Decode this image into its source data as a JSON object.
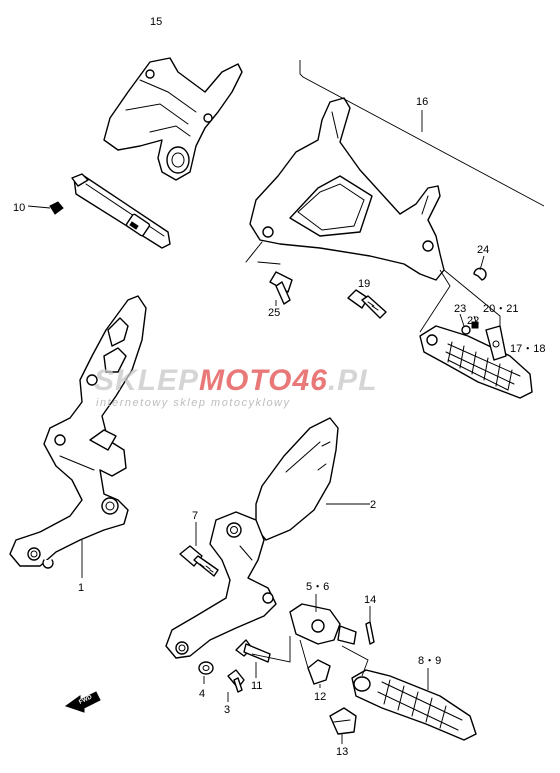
{
  "callouts": {
    "c1": "1",
    "c2": "2",
    "c3": "3",
    "c4": "4",
    "c56": "5・6",
    "c7": "7",
    "c89": "8・9",
    "c10": "10",
    "c11": "11",
    "c12": "12",
    "c13": "13",
    "c14": "14",
    "c15": "15",
    "c16": "16",
    "c1718": "17・18",
    "c19": "19",
    "c2021": "20・21",
    "c22": "22",
    "c23": "23",
    "c24": "24",
    "c25": "25"
  },
  "watermark": {
    "brand_part1": "SKLEP",
    "brand_part2": "MOTO46",
    "brand_part3": ".PL",
    "tagline": "internetowy sklep motocyklowy"
  },
  "forward_marker": "FWD",
  "colors": {
    "line": "#000000",
    "background": "#ffffff",
    "watermark_red": "#e24b4b",
    "watermark_gray": "#c8c8c8"
  }
}
